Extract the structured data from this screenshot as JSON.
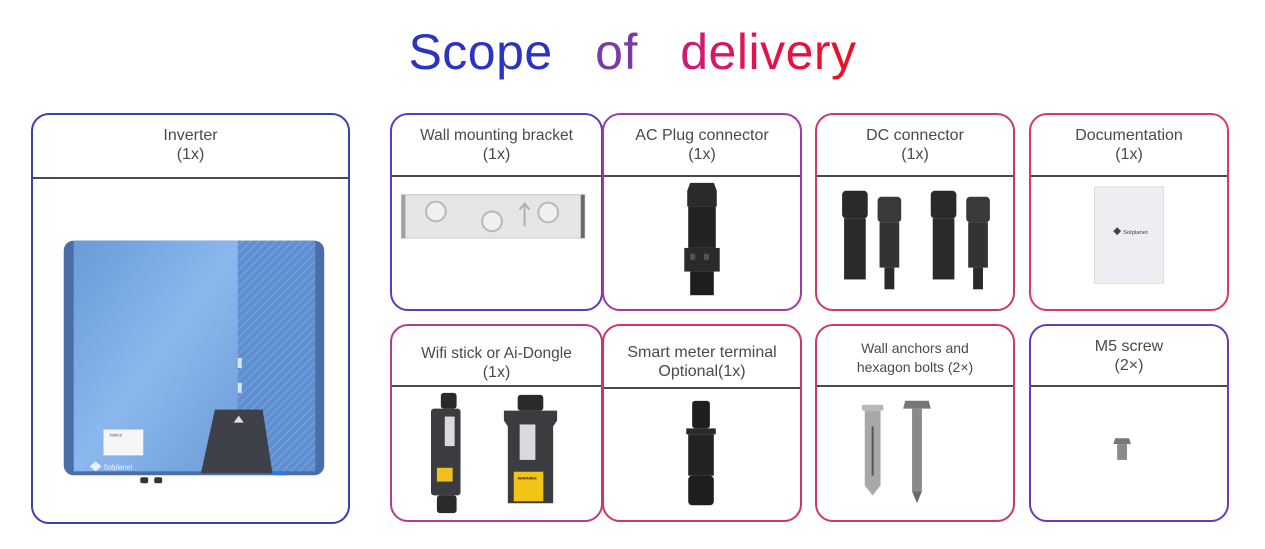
{
  "title": {
    "words": [
      "Scope",
      "of",
      "delivery"
    ],
    "colors": [
      "#2b33c2",
      "#7a3aa6",
      "#e0104a"
    ]
  },
  "items": [
    {
      "name": "Inverter",
      "qty": "(1x)",
      "border": "#3b3fb0",
      "image": "inverter",
      "brand": "Solplanet",
      "notice": "Notice"
    },
    {
      "name": "Wall mounting bracket",
      "qty": "(1x)",
      "border": "#5a3ac0",
      "image": "wall-bracket"
    },
    {
      "name": "AC Plug connector",
      "qty": "(1x)",
      "border": "#a03aa8",
      "image": "ac-plug"
    },
    {
      "name": "DC connector",
      "qty": "(1x)",
      "border": "#c93a6a",
      "image": "dc-connectors"
    },
    {
      "name": "Documentation",
      "qty": "(1x)",
      "border": "#d83a60",
      "image": "documentation",
      "brand": "Solplanet"
    },
    {
      "name": "Wifi stick or Ai-Dongle",
      "qty": "(1x)",
      "border": "#b83a8a",
      "image": "wifi-dongle",
      "warning": "WARNING"
    },
    {
      "name": "Smart meter terminal",
      "qty": "Optional(1x)",
      "border": "#d0385a",
      "image": "meter-terminal"
    },
    {
      "name": "Wall anchors and",
      "qty": "hexagon bolts (2×)",
      "border": "#d03a5a",
      "image": "anchors-bolts"
    },
    {
      "name": "M5 screw",
      "qty": "(2×)",
      "border": "#6a3ab8",
      "image": "m5-screw"
    }
  ]
}
